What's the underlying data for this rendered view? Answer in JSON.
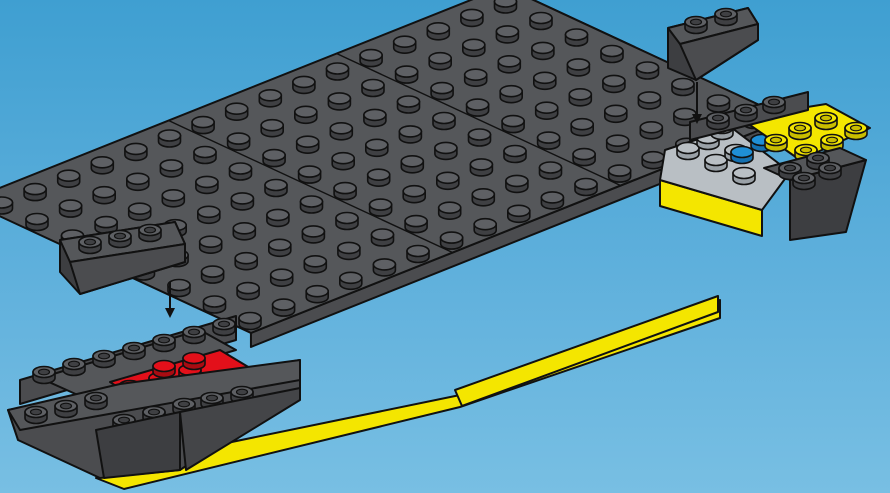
{
  "scene": {
    "subject": "brick-build-instruction-step",
    "colors": {
      "background": "#4aa6d6",
      "plate_dark_gray": "#4b4c4f",
      "plate_top": "#55575a",
      "stud": "#3f4043",
      "stud_top": "#5e6064",
      "outline": "#111111",
      "yellow": "#f4e600",
      "red": "#e3101a",
      "light_gray": "#b9bfc4",
      "blue": "#1f8fd6",
      "arrow": "#111111"
    },
    "parts": [
      {
        "id": "main-plate",
        "color": "dark-gray"
      },
      {
        "id": "yellow-base-plate",
        "color": "yellow"
      },
      {
        "id": "red-tile-plate",
        "color": "red"
      },
      {
        "id": "rear-light-gray-plate",
        "color": "light-gray"
      },
      {
        "id": "rear-blue-studs",
        "color": "blue"
      },
      {
        "id": "rear-yellow-plate",
        "color": "yellow"
      },
      {
        "id": "slope-brick-left",
        "color": "dark-gray",
        "action": "place"
      },
      {
        "id": "slope-brick-right",
        "color": "dark-gray",
        "action": "place"
      }
    ]
  }
}
